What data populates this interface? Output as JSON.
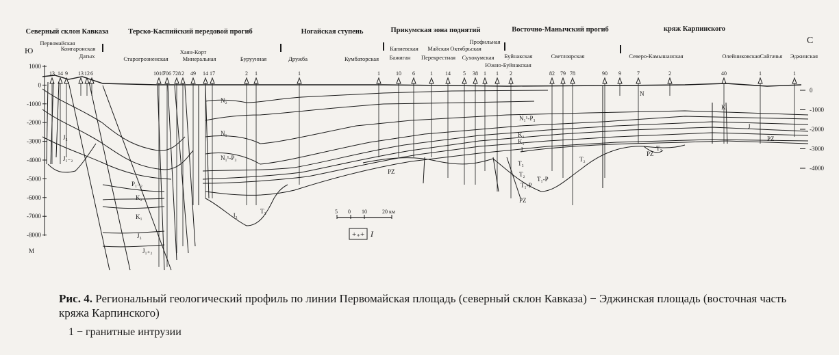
{
  "regions": [
    "Северный склон Кавказа",
    "Терско-Каспийский передовой прогиб",
    "Ногайская ступень",
    "Прикумская зона поднятий",
    "Восточно-Манычский прогиб",
    "кряж Карпинского"
  ],
  "areas": [
    "Первомайская",
    "Комгаронская",
    "Датых",
    "Старогрозненская",
    "Хаян-Корт",
    "Минеральная",
    "Буруунная",
    "Дружба",
    "Кумбаторская",
    "Капиевская",
    "Майская",
    "Октябрьская",
    "Профильная",
    "Бажиган",
    "Перекрестная",
    "Сухокумская",
    "Южно-Буйнакская",
    "Буйнакская",
    "Светлоярская",
    "Северо-Камышанская",
    "Олейниковская",
    "Сайгачья",
    "Эджинская"
  ],
  "wells": [
    "13",
    "14",
    "9",
    "13",
    "12",
    "6",
    "1010",
    "706",
    "728",
    "2",
    "49",
    "14",
    "17",
    "2",
    "1",
    "1",
    "1",
    "10",
    "6",
    "1",
    "14",
    "5",
    "38",
    "1",
    "1",
    "2",
    "82",
    "79",
    "78",
    "90",
    "9",
    "7",
    "2",
    "40",
    "1",
    "1"
  ],
  "compass": {
    "south": "Ю",
    "north": "С"
  },
  "left_axis": {
    "ticks": [
      "1000",
      "0",
      "-1000",
      "-2000",
      "-3000",
      "-4000",
      "-5000",
      "-6000",
      "-7000",
      "-8000"
    ],
    "unit": "M"
  },
  "right_axis": {
    "ticks": [
      "0",
      "-1000",
      "-2000",
      "-3000",
      "-4000"
    ]
  },
  "strata": [
    "N₂",
    "N₁",
    "N₁¹-P₃",
    "J₃",
    "J₁₋₂",
    "P₁₋₂",
    "K₂",
    "K₁",
    "J₃",
    "J₁₊₂",
    "J₃",
    "T₃",
    "PZ",
    "N₁¹-P₃",
    "K₂",
    "K₁",
    "J",
    "T₃",
    "T₂",
    "T₁-P",
    "T₁-P",
    "PZ",
    "T₂",
    "PZ",
    "T₃",
    "N",
    "K",
    "J",
    "PZ"
  ],
  "scale": {
    "ticks": [
      "5",
      "0",
      "10",
      "20 км"
    ]
  },
  "legend": {
    "symbol_label": "I"
  },
  "caption": {
    "label": "Рис. 4.",
    "text": " Региональный геологический профиль по линии Первомайская площадь (северный склон Кавказа) − Эджинская площадь (восточная часть кряжа Карпинского)",
    "legend_item": "1 − гранитные интрузии"
  }
}
